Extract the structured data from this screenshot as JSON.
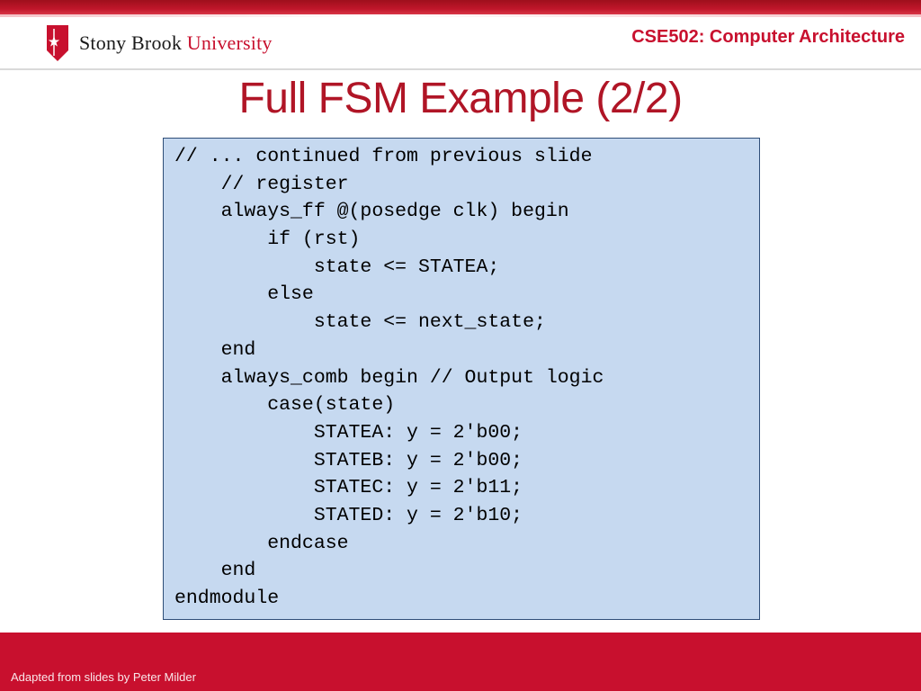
{
  "header": {
    "logo_text_main": "Stony Brook ",
    "logo_text_accent": "University",
    "course": "CSE502: Computer Architecture"
  },
  "slide": {
    "title": "Full FSM Example (2/2)"
  },
  "code": {
    "lines": [
      "// ... continued from previous slide",
      "    // register",
      "    always_ff @(posedge clk) begin",
      "        if (rst)",
      "            state <= STATEA;",
      "        else",
      "            state <= next_state;",
      "    end",
      "    always_comb begin // Output logic",
      "        case(state)",
      "            STATEA: y = 2'b00;",
      "            STATEB: y = 2'b00;",
      "            STATEC: y = 2'b11;",
      "            STATED: y = 2'b10;",
      "        endcase",
      "    end",
      "endmodule"
    ]
  },
  "footer": {
    "credit": "Adapted from slides by Peter Milder"
  },
  "colors": {
    "brand_red": "#c8102e",
    "code_bg": "#c6d9f0",
    "code_border": "#2f4e78"
  }
}
